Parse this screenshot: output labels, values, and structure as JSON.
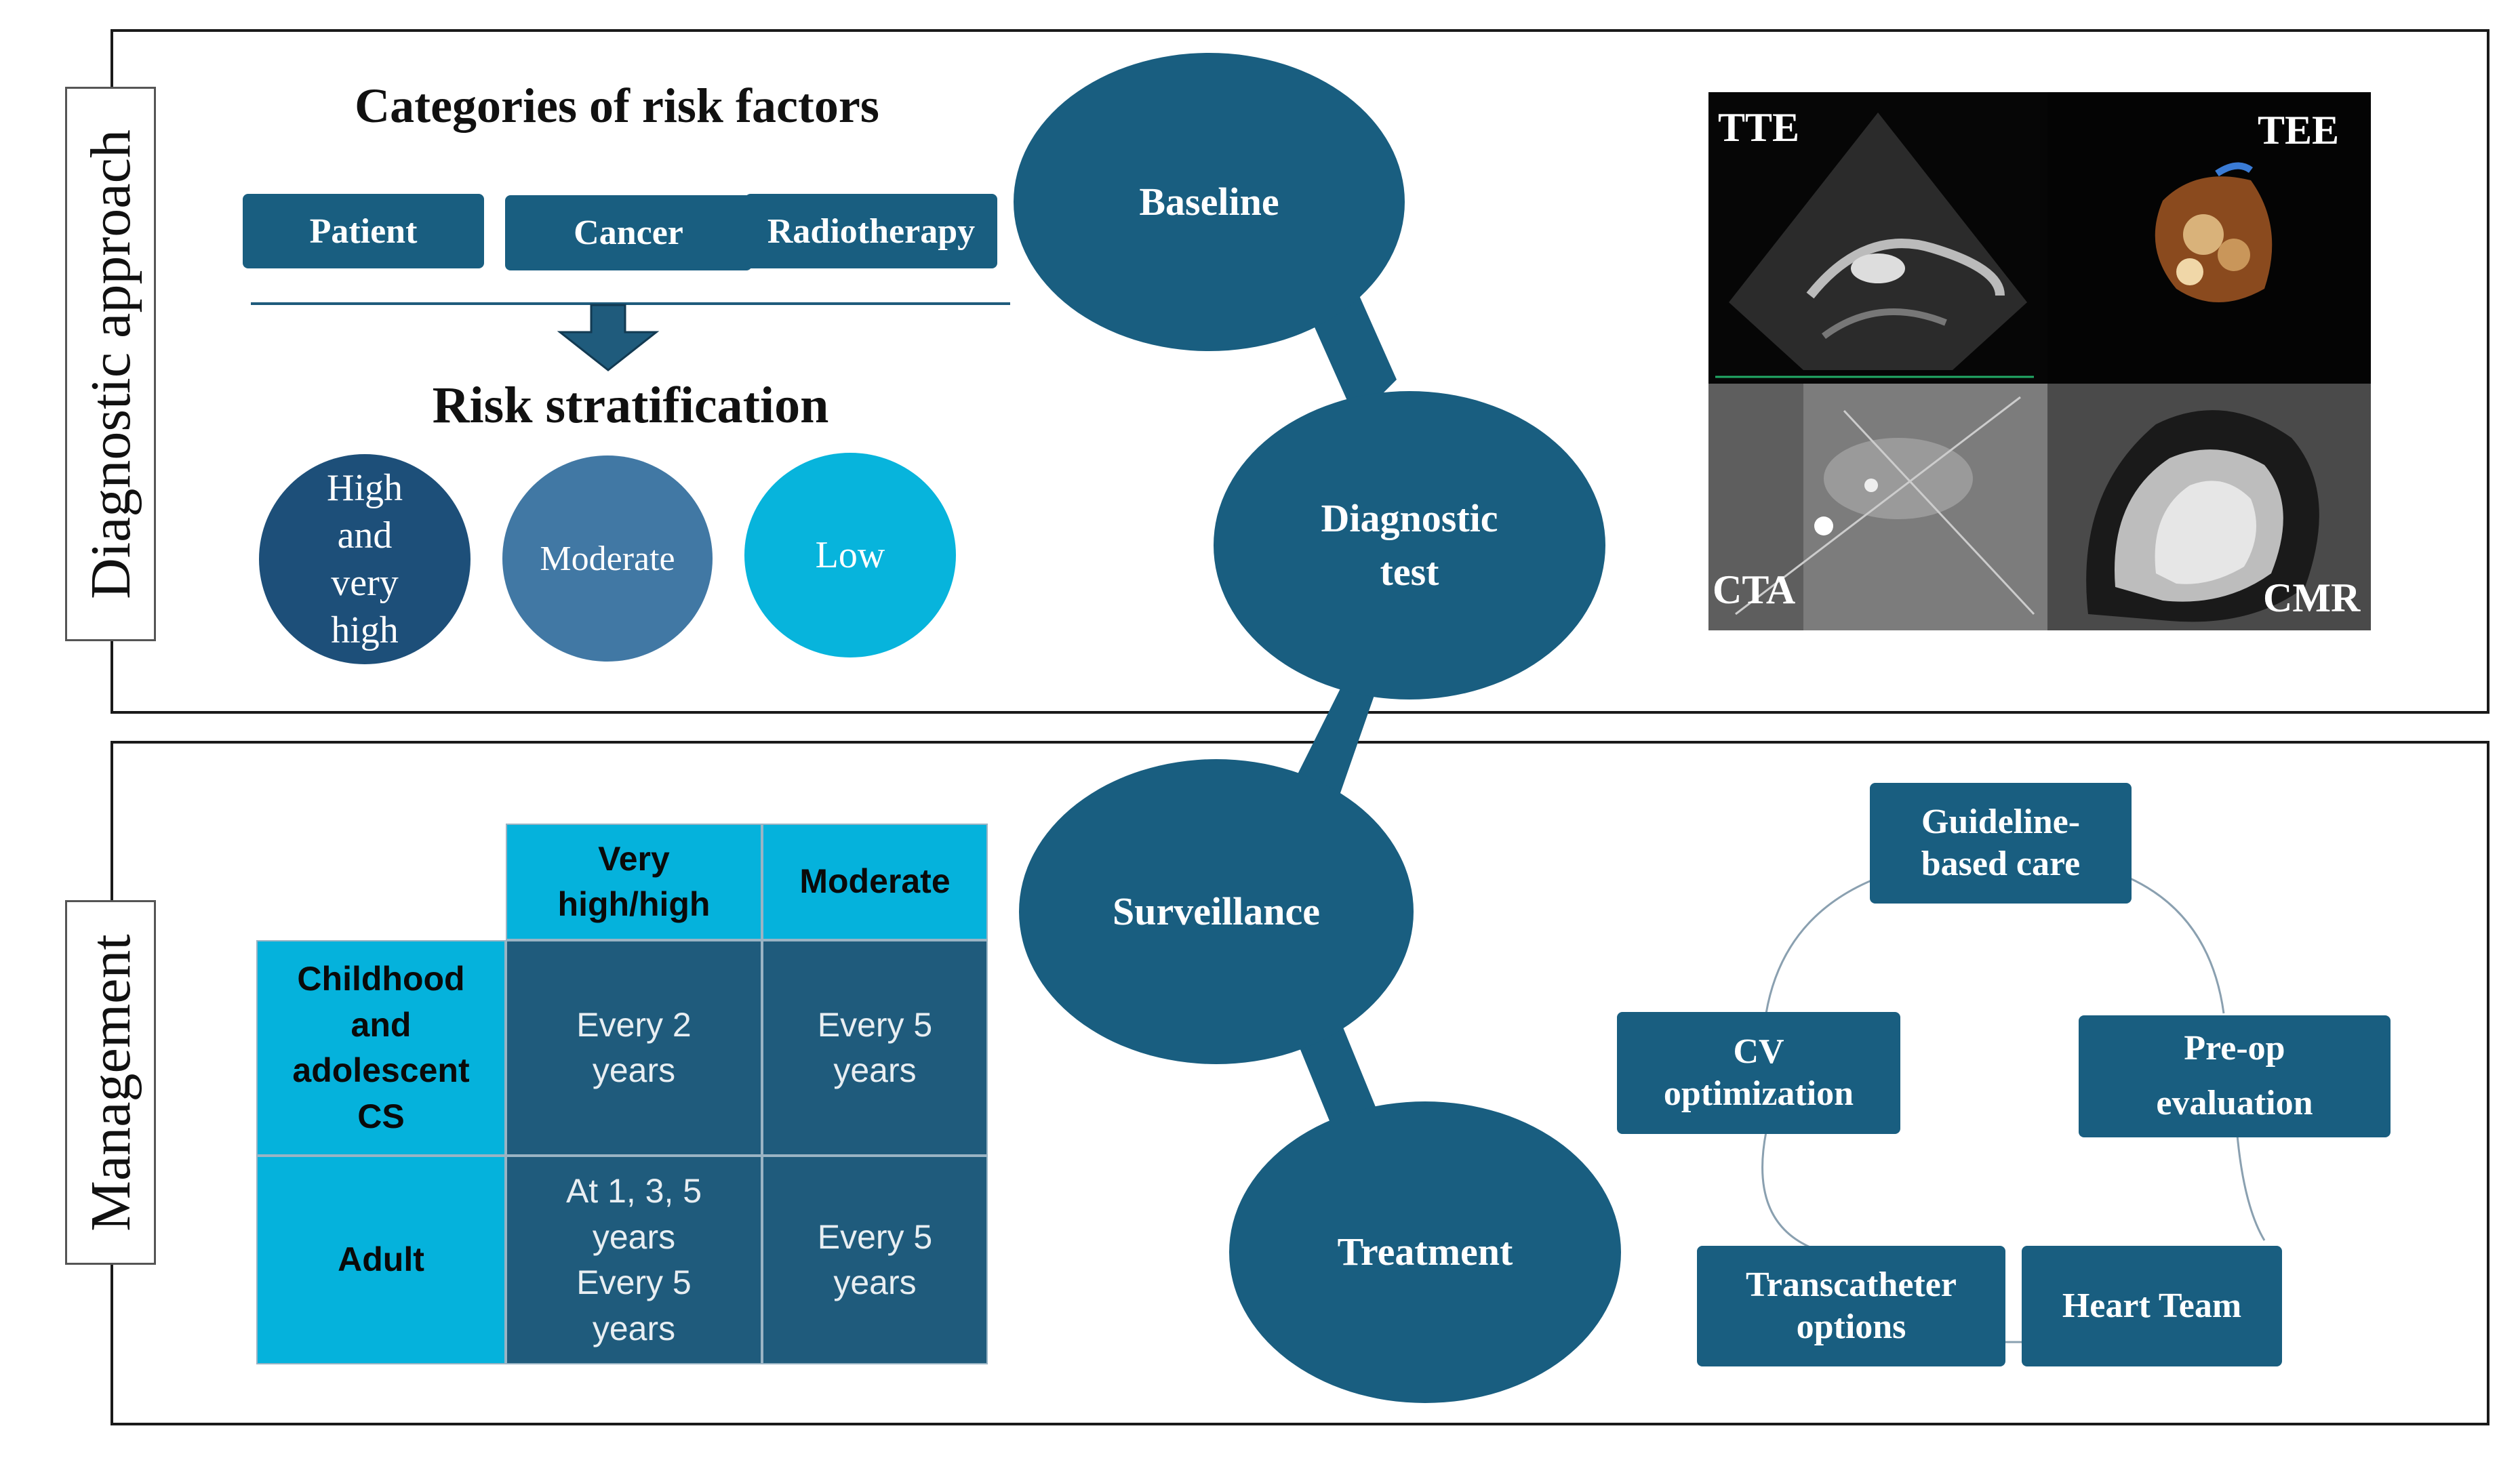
{
  "panels": {
    "top_label": "Diagnostic approach",
    "bottom_label": "Management"
  },
  "risk_factors": {
    "title": "Categories of risk factors",
    "categories": [
      "Patient",
      "Cancer",
      "Radiotherapy"
    ],
    "stratification_title": "Risk stratification",
    "levels": [
      {
        "label": "High and very high",
        "color": "#1d4f79"
      },
      {
        "label": "Moderate",
        "color": "#4178a4"
      },
      {
        "label": "Low",
        "color": "#07b4dc"
      }
    ]
  },
  "pathway": {
    "steps": [
      "Baseline",
      "Diagnostic test",
      "Surveillance",
      "Treatment"
    ],
    "color": "#195e80"
  },
  "imaging": {
    "labels": [
      "TTE",
      "TEE",
      "CTA",
      "CMR"
    ]
  },
  "surveillance_table": {
    "columns": [
      "Very high/high",
      "Moderate"
    ],
    "rows": [
      {
        "label": "Childhood and adolescent CS",
        "values": [
          "Every 2 years",
          "Every 5 years"
        ]
      },
      {
        "label": "Adult",
        "values": [
          "At 1, 3, 5 years Every 5 years",
          "Every 5 years"
        ]
      }
    ]
  },
  "care_cycle": {
    "items": [
      "Guideline-based care",
      "Pre-op evaluation",
      "Heart Team",
      "Transcatheter options",
      "CV optimization"
    ]
  },
  "colors": {
    "primary": "#195e80",
    "accent": "#05b2dc",
    "table_body": "#1f5b7c"
  }
}
